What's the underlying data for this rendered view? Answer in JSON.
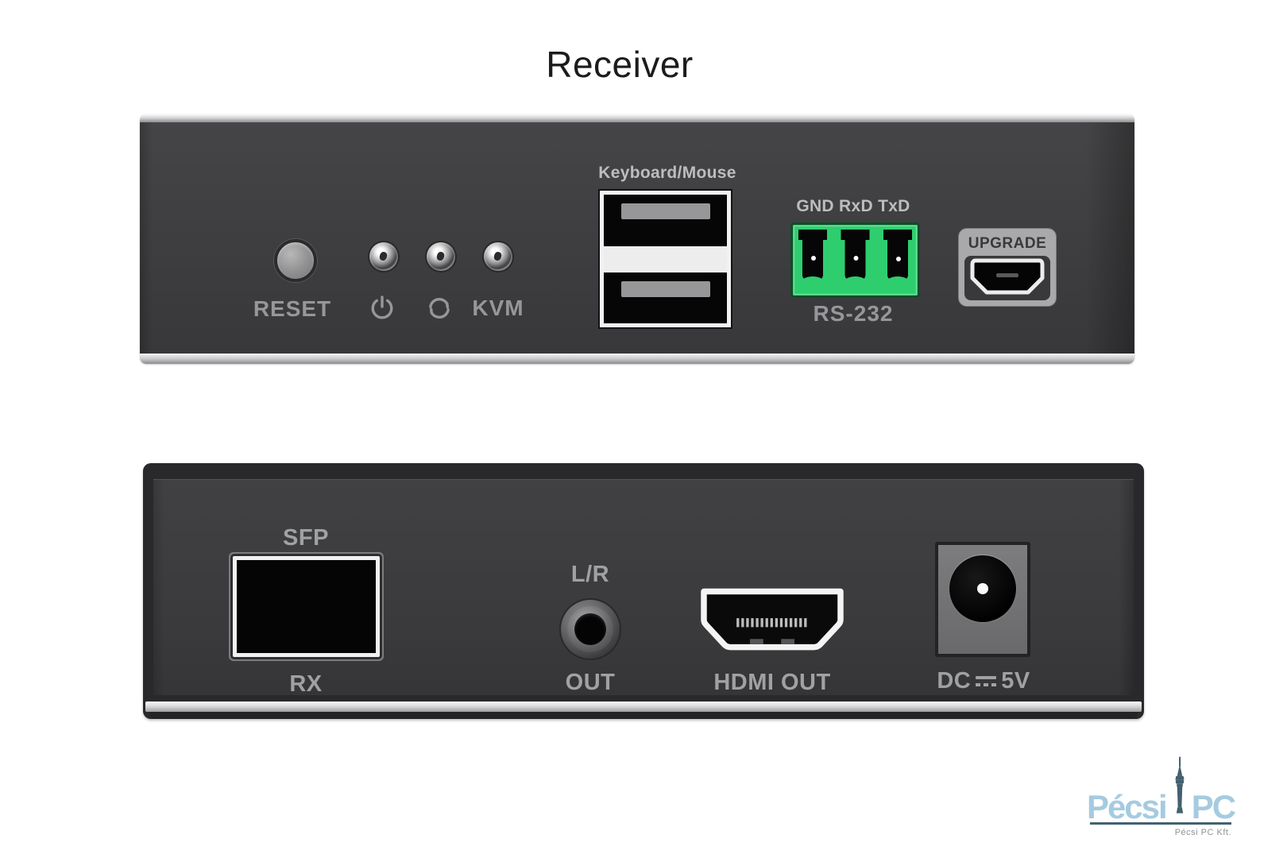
{
  "title": "Receiver",
  "front_panel": {
    "reset_label": "RESET",
    "kvm_label": "KVM",
    "usb_label": "Keyboard/Mouse",
    "serial_pins_label": "GND RxD TxD",
    "serial_label": "RS-232",
    "upgrade_label": "UPGRADE"
  },
  "back_panel": {
    "sfp_label": "SFP",
    "rx_label": "RX",
    "audio_label": "L/R",
    "audio_out_label": "OUT",
    "hdmi_label": "HDMI OUT",
    "dc_prefix": "DC",
    "dc_suffix": "5V"
  },
  "branding": {
    "name_first": "Pécsi",
    "name_second": "PC",
    "company": "Pécsi PC Kft."
  },
  "icons": {
    "power_indicator": "power-icon",
    "link_indicator": "sync-loop-icon",
    "dc_symbol": "direct-current-icon"
  },
  "colors": {
    "terminal_green": "#2ECE6E",
    "panel_dark": "#3D3D3F",
    "label_gray": "#9B9C9E",
    "logo_blue": "#A5CBE0",
    "logo_tower": "#44606E"
  }
}
